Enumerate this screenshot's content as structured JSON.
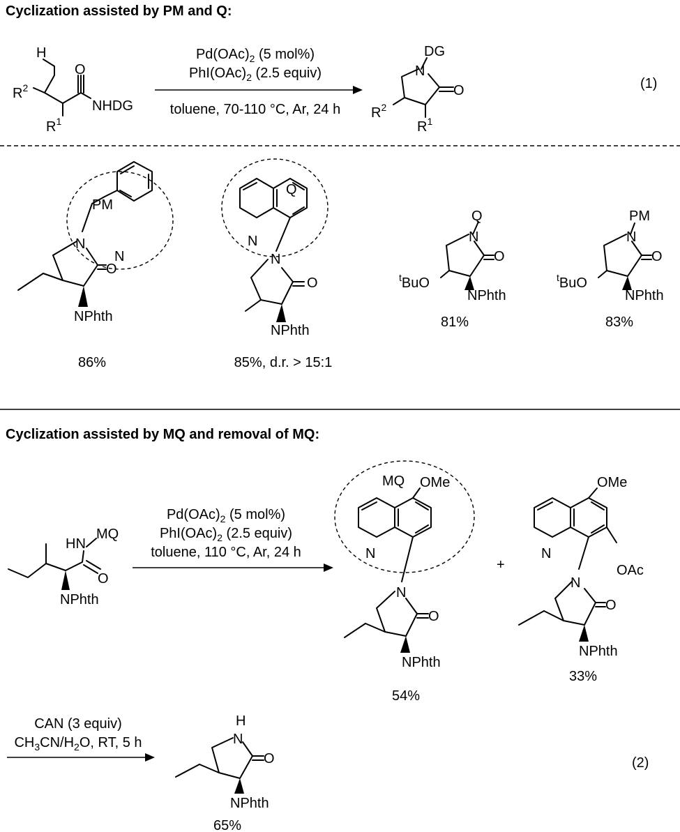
{
  "section1": {
    "title": "Cyclization assisted by PM and Q:",
    "eq_number": "(1)",
    "conditions": {
      "line1_a": "Pd(OAc)",
      "line1_sub": "2",
      "line1_b": " (5 mol%)",
      "line2_a": "PhI(OAc)",
      "line2_sub": "2",
      "line2_b": " (2.5 equiv)",
      "line3": "toluene, 70-110 °C, Ar, 24 h"
    },
    "substrate_labels": {
      "h": "H",
      "r2": "R",
      "r2_sup": "2",
      "r1": "R",
      "r1_sup": "1",
      "o": "O",
      "nhdg": "NHDG"
    },
    "product_labels": {
      "dg": "DG",
      "n": "N",
      "o": "O",
      "r2": "R",
      "r2_sup": "2",
      "r1": "R",
      "r1_sup": "1"
    }
  },
  "examples": [
    {
      "dg_label": "PM",
      "yield": "86%"
    },
    {
      "dg_label": "Q",
      "yield": "85%, d.r. > 15:1"
    },
    {
      "dg_label": "Q",
      "yield": "81%",
      "ether_sup": "t",
      "ether": "BuO"
    },
    {
      "dg_label": "PM",
      "yield": "83%",
      "ether_sup": "t",
      "ether": "BuO"
    }
  ],
  "atoms": {
    "n": "N",
    "o": "O",
    "nphth": "NPhth",
    "hn": "HN",
    "h": "H",
    "mq": "MQ",
    "ome": "OMe",
    "oac": "OAc"
  },
  "section2": {
    "title": "Cyclization assisted by MQ and removal of MQ:",
    "conditions": {
      "line1_a": "Pd(OAc)",
      "line1_sub": "2",
      "line1_b": " (5 mol%)",
      "line2_a": "PhI(OAc)",
      "line2_sub": "2",
      "line2_b": " (2.5 equiv)",
      "line3": "toluene, 110 °C, Ar, 24 h"
    },
    "mq_label": "MQ",
    "plus": "+",
    "yield_a": "54%",
    "yield_b": "33%",
    "removal": {
      "line1": "CAN (3 equiv)",
      "line2_a": "CH",
      "line2_s1": "3",
      "line2_b": "CN/H",
      "line2_s2": "2",
      "line2_c": "O, RT, 5 h"
    },
    "yield_c": "65%",
    "eq_number": "(2)"
  }
}
